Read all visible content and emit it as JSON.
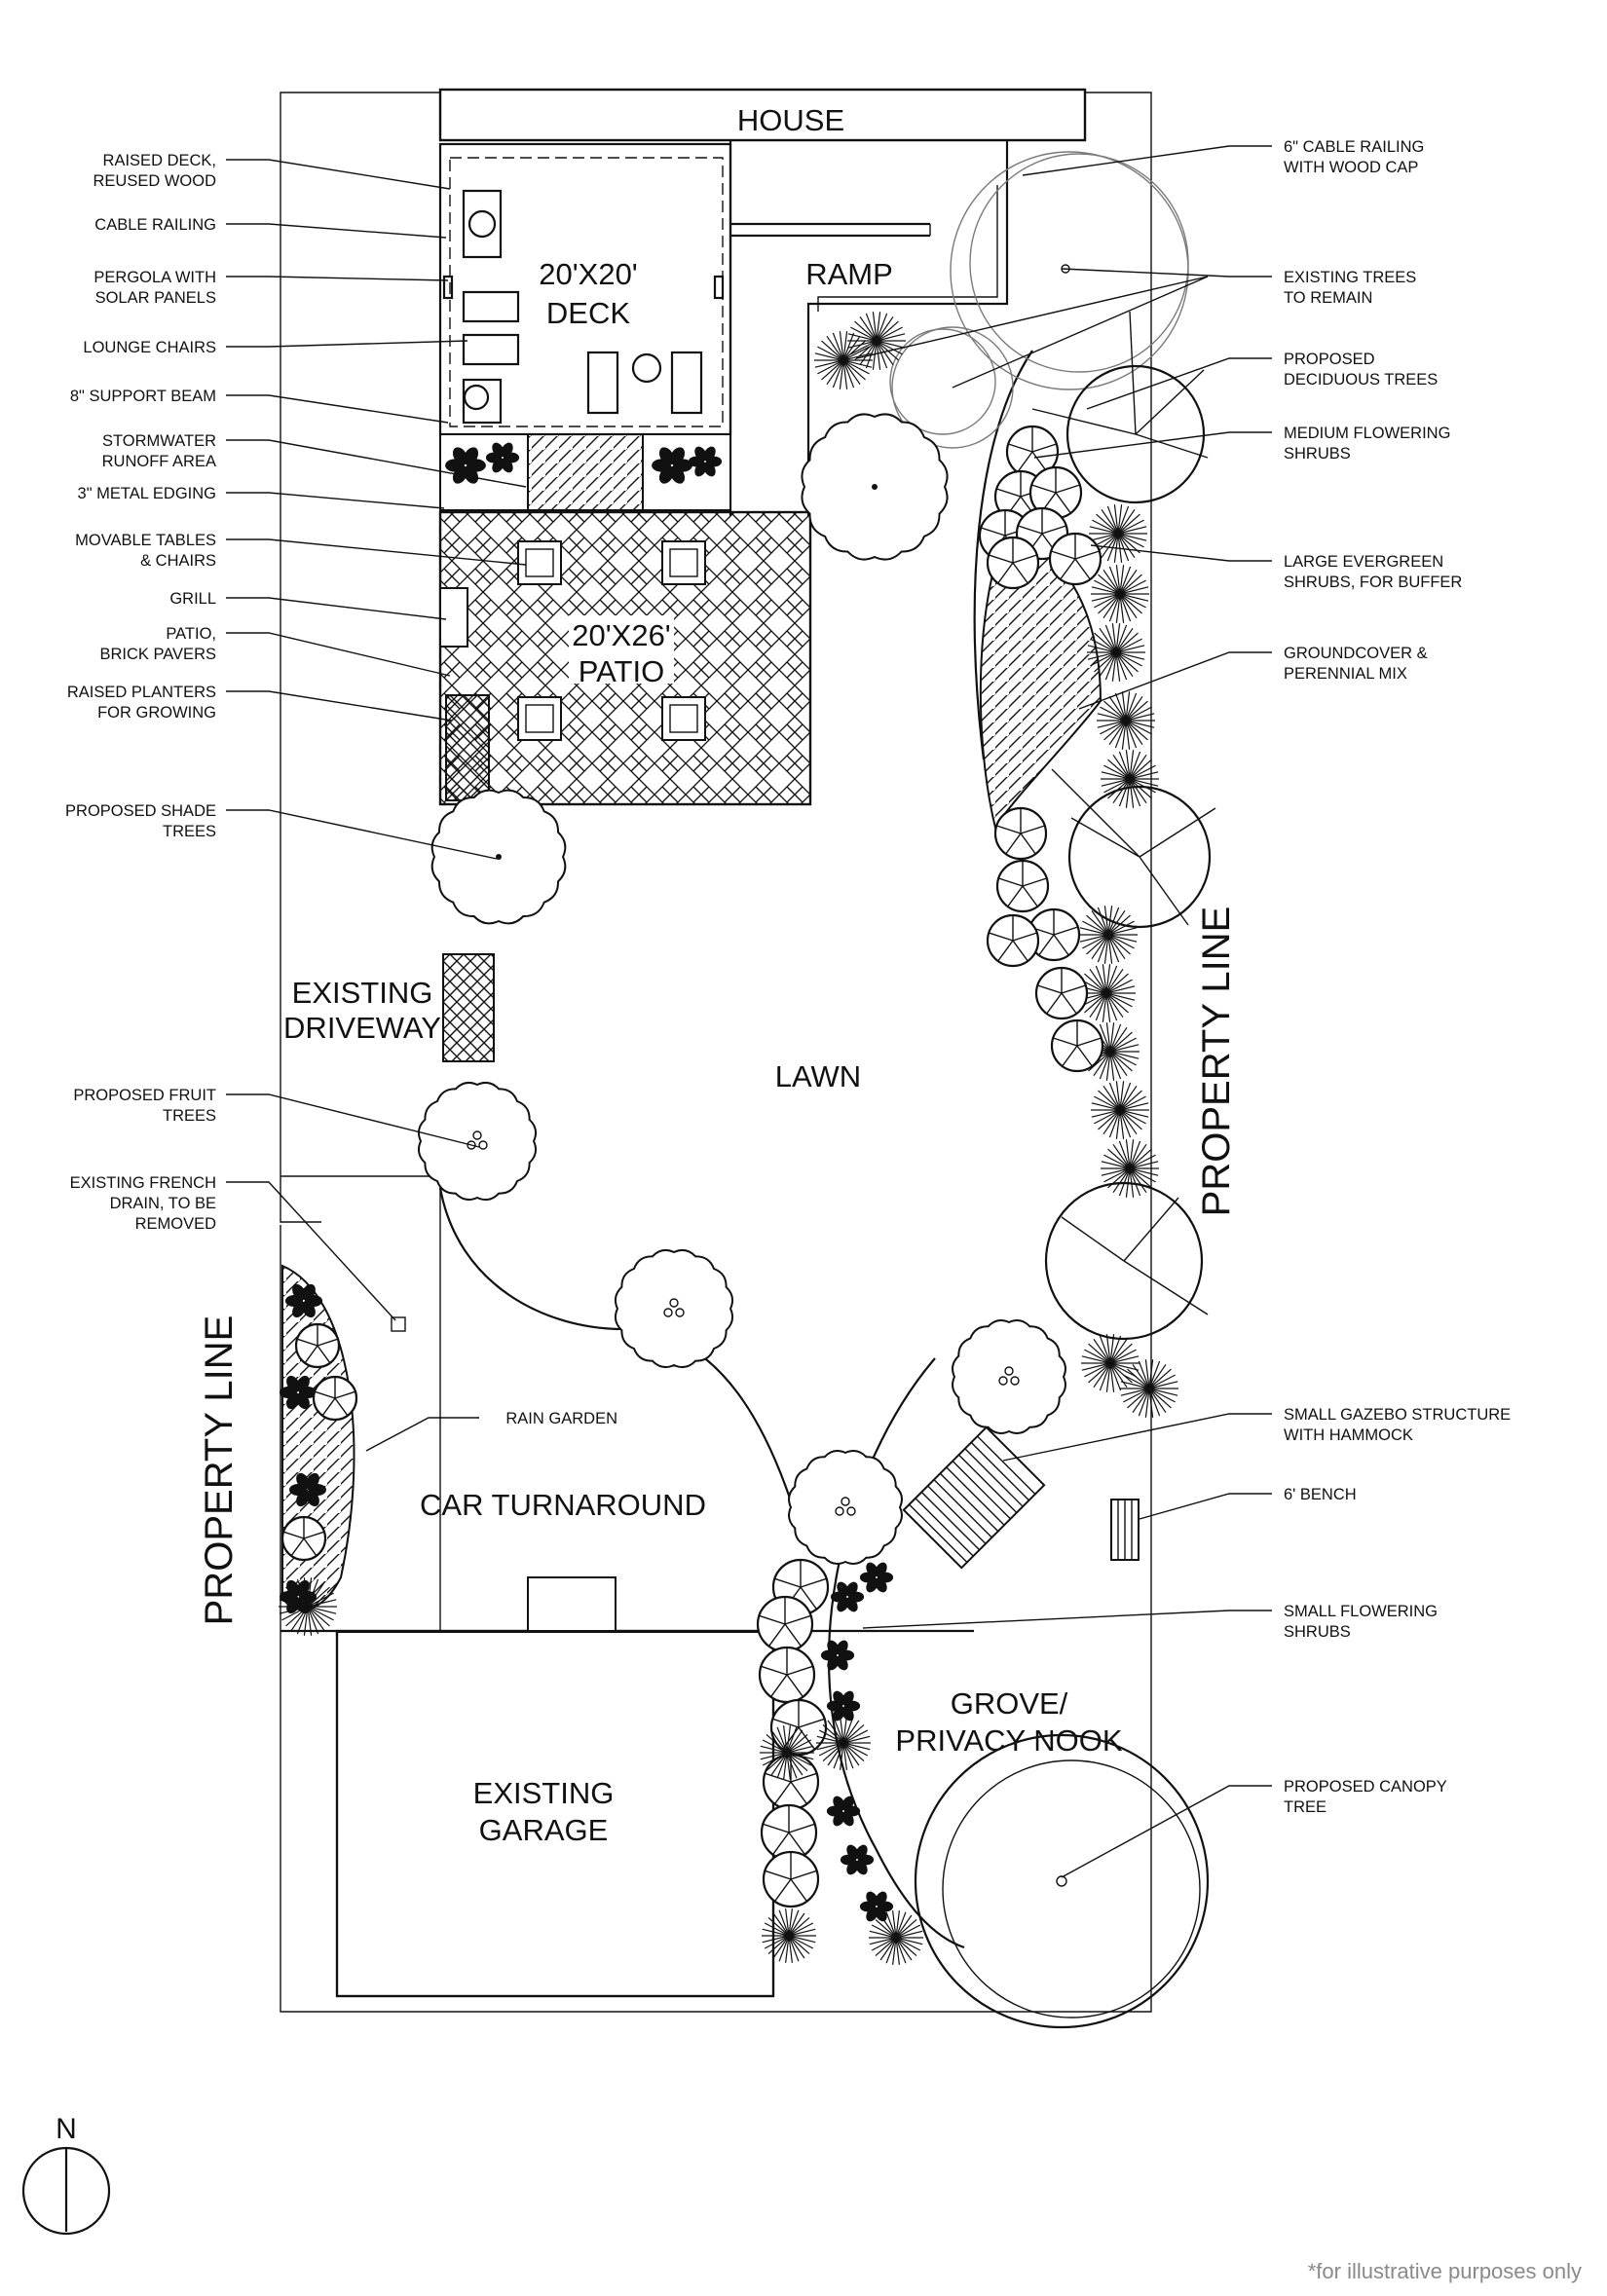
{
  "areas": {
    "house": "HOUSE",
    "deck": [
      "20'X20'",
      "DECK"
    ],
    "ramp": "RAMP",
    "patio": [
      "20'X26'",
      "PATIO"
    ],
    "driveway": [
      "EXISTING",
      "DRIVEWAY"
    ],
    "lawn": "LAWN",
    "turnaround": "CAR TURNAROUND",
    "garage": [
      "EXISTING",
      "GARAGE"
    ],
    "grove": [
      "GROVE/",
      "PRIVACY NOOK"
    ],
    "property_line_left": "PROPERTY LINE",
    "property_line_right": "PROPERTY LINE"
  },
  "left_labels": [
    [
      "RAISED DECK,",
      "REUSED WOOD"
    ],
    [
      "CABLE RAILING"
    ],
    [
      "PERGOLA WITH",
      "SOLAR PANELS"
    ],
    [
      "LOUNGE CHAIRS"
    ],
    [
      "8\" SUPPORT BEAM"
    ],
    [
      "STORMWATER",
      "RUNOFF AREA"
    ],
    [
      "3\" METAL EDGING"
    ],
    [
      "MOVABLE TABLES",
      "& CHAIRS"
    ],
    [
      "GRILL"
    ],
    [
      "PATIO,",
      "BRICK PAVERS"
    ],
    [
      "RAISED PLANTERS",
      "FOR GROWING"
    ],
    [
      "PROPOSED SHADE",
      "TREES"
    ],
    [
      "PROPOSED FRUIT",
      "TREES"
    ],
    [
      "EXISTING FRENCH",
      "DRAIN, TO BE",
      "REMOVED"
    ],
    [
      "RAIN GARDEN"
    ]
  ],
  "right_labels": [
    [
      "6\" CABLE RAILING",
      "WITH WOOD CAP"
    ],
    [
      "EXISTING TREES",
      "TO REMAIN"
    ],
    [
      "PROPOSED",
      "DECIDUOUS TREES"
    ],
    [
      "MEDIUM FLOWERING",
      "SHRUBS"
    ],
    [
      "LARGE EVERGREEN",
      "SHRUBS, FOR BUFFER"
    ],
    [
      "GROUNDCOVER &",
      "PERENNIAL MIX"
    ],
    [
      "SMALL GAZEBO STRUCTURE",
      "WITH HAMMOCK"
    ],
    [
      "6' BENCH"
    ],
    [
      "SMALL FLOWERING",
      "SHRUBS"
    ],
    [
      "PROPOSED CANOPY",
      "TREE"
    ]
  ],
  "north": "N",
  "footnote": "*for illustrative purposes only"
}
